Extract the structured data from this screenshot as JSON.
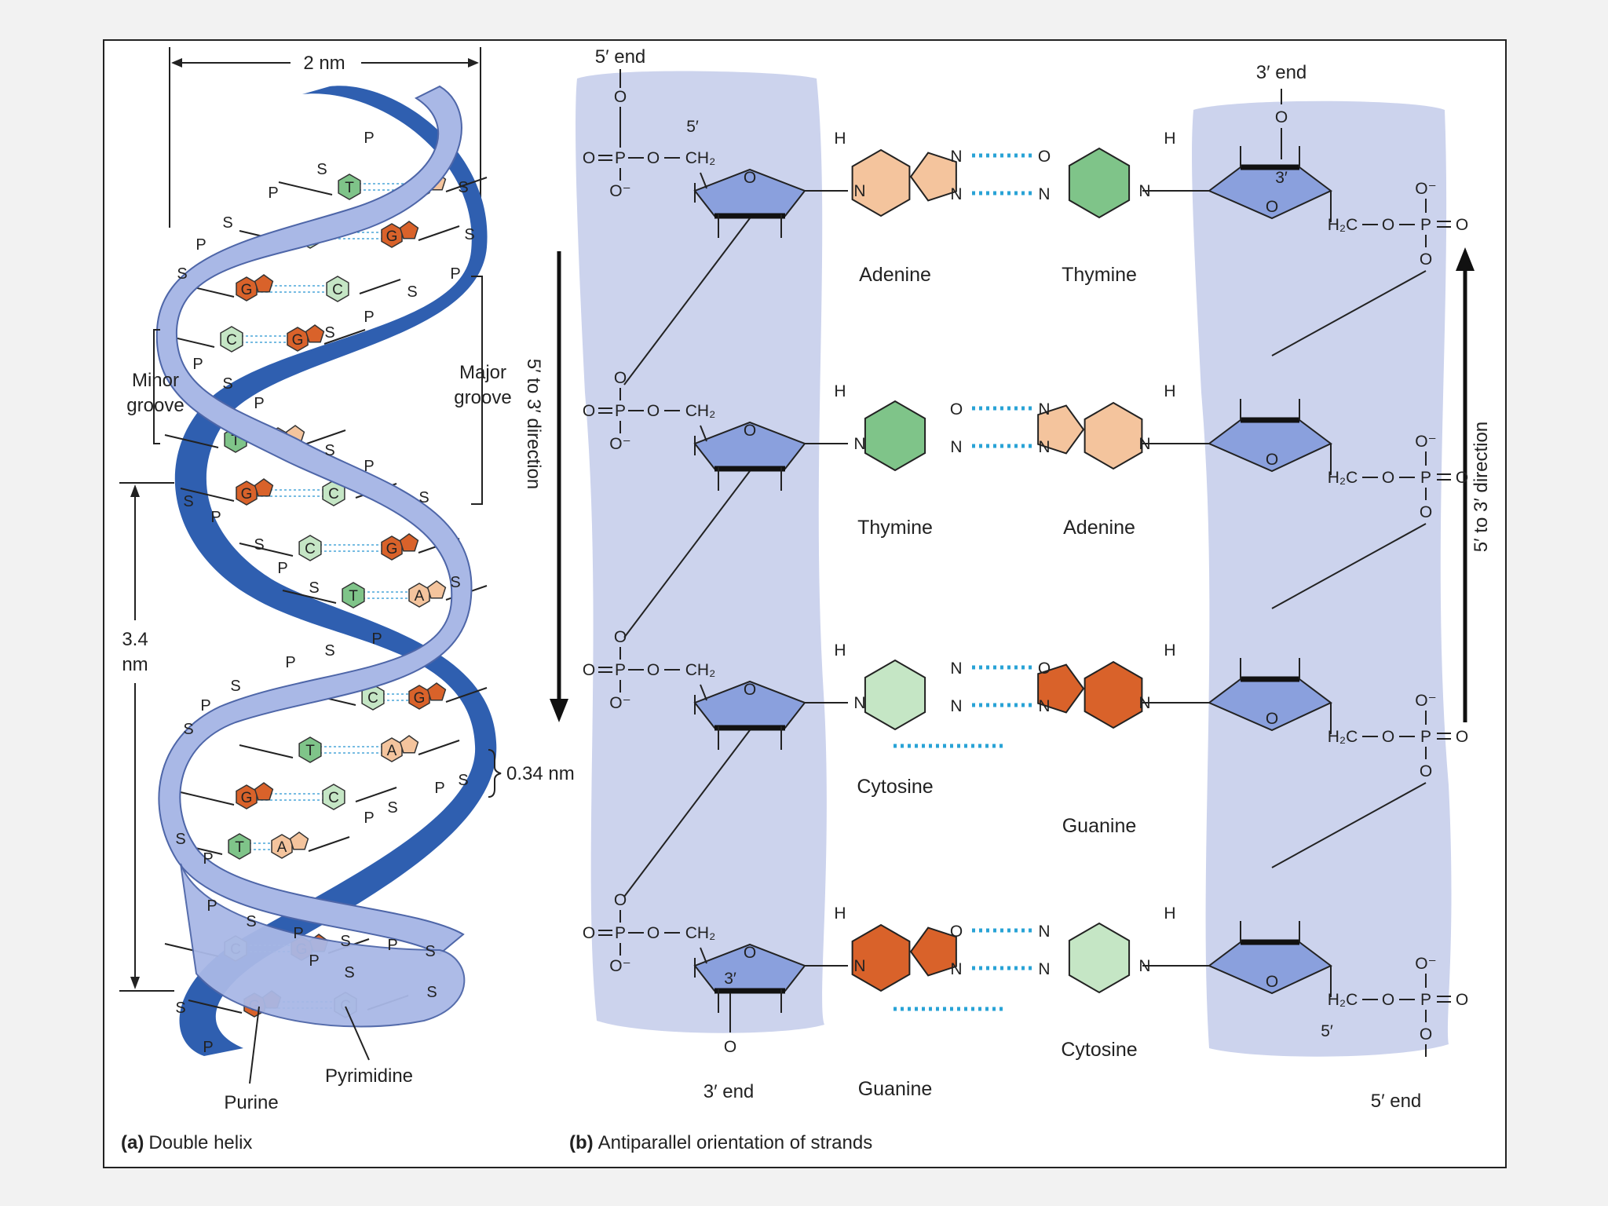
{
  "panel_a": {
    "caption_letter": "(a)",
    "caption_text": "Double helix",
    "width_label": "2 nm",
    "minor_groove": [
      "Minor",
      "groove"
    ],
    "major_groove": [
      "Major",
      "groove"
    ],
    "pitch_label": [
      "3.4",
      "nm"
    ],
    "rise_label": "0.34 nm",
    "purine_label": "Purine",
    "pyrimidine_label": "Pyrimidine",
    "direction_label": "5′ to 3′ direction",
    "helix_pairs": [
      "T-A",
      "C-G",
      "G-C",
      "C-G",
      "T-A",
      "G-C",
      "C-G",
      "T-A",
      "C-G",
      "T-A",
      "G-C",
      "T-A",
      "C-G",
      "G-C"
    ],
    "backbone_letters": [
      "S",
      "P"
    ]
  },
  "panel_b": {
    "caption_letter": "(b)",
    "caption_text": "Antiparallel orientation of strands",
    "left_strand_top": "5′ end",
    "left_strand_bottom": "3′ end",
    "right_strand_top": "3′ end",
    "right_strand_bottom": "5′ end",
    "right_direction_label": "5′ to 3′ direction",
    "prime_5": "5′",
    "prime_3": "3′",
    "pairs": [
      {
        "left": "Adenine",
        "right": "Thymine",
        "left_color": "#f4c49d",
        "right_color": "#7fc489"
      },
      {
        "left": "Thymine",
        "right": "Adenine",
        "left_color": "#7fc489",
        "right_color": "#f4c49d"
      },
      {
        "left": "Cytosine",
        "right": "Guanine",
        "left_color": "#c5e6c5",
        "right_color": "#d9622a"
      },
      {
        "left": "Guanine",
        "right": "Cytosine",
        "left_color": "#d9622a",
        "right_color": "#c5e6c5"
      }
    ]
  },
  "colors": {
    "backbone_panel": "#ccd3ed",
    "strand_dark": "#2f5fb0",
    "strand_light": "#a9b8e6",
    "h_bond": "#29a3d6"
  }
}
